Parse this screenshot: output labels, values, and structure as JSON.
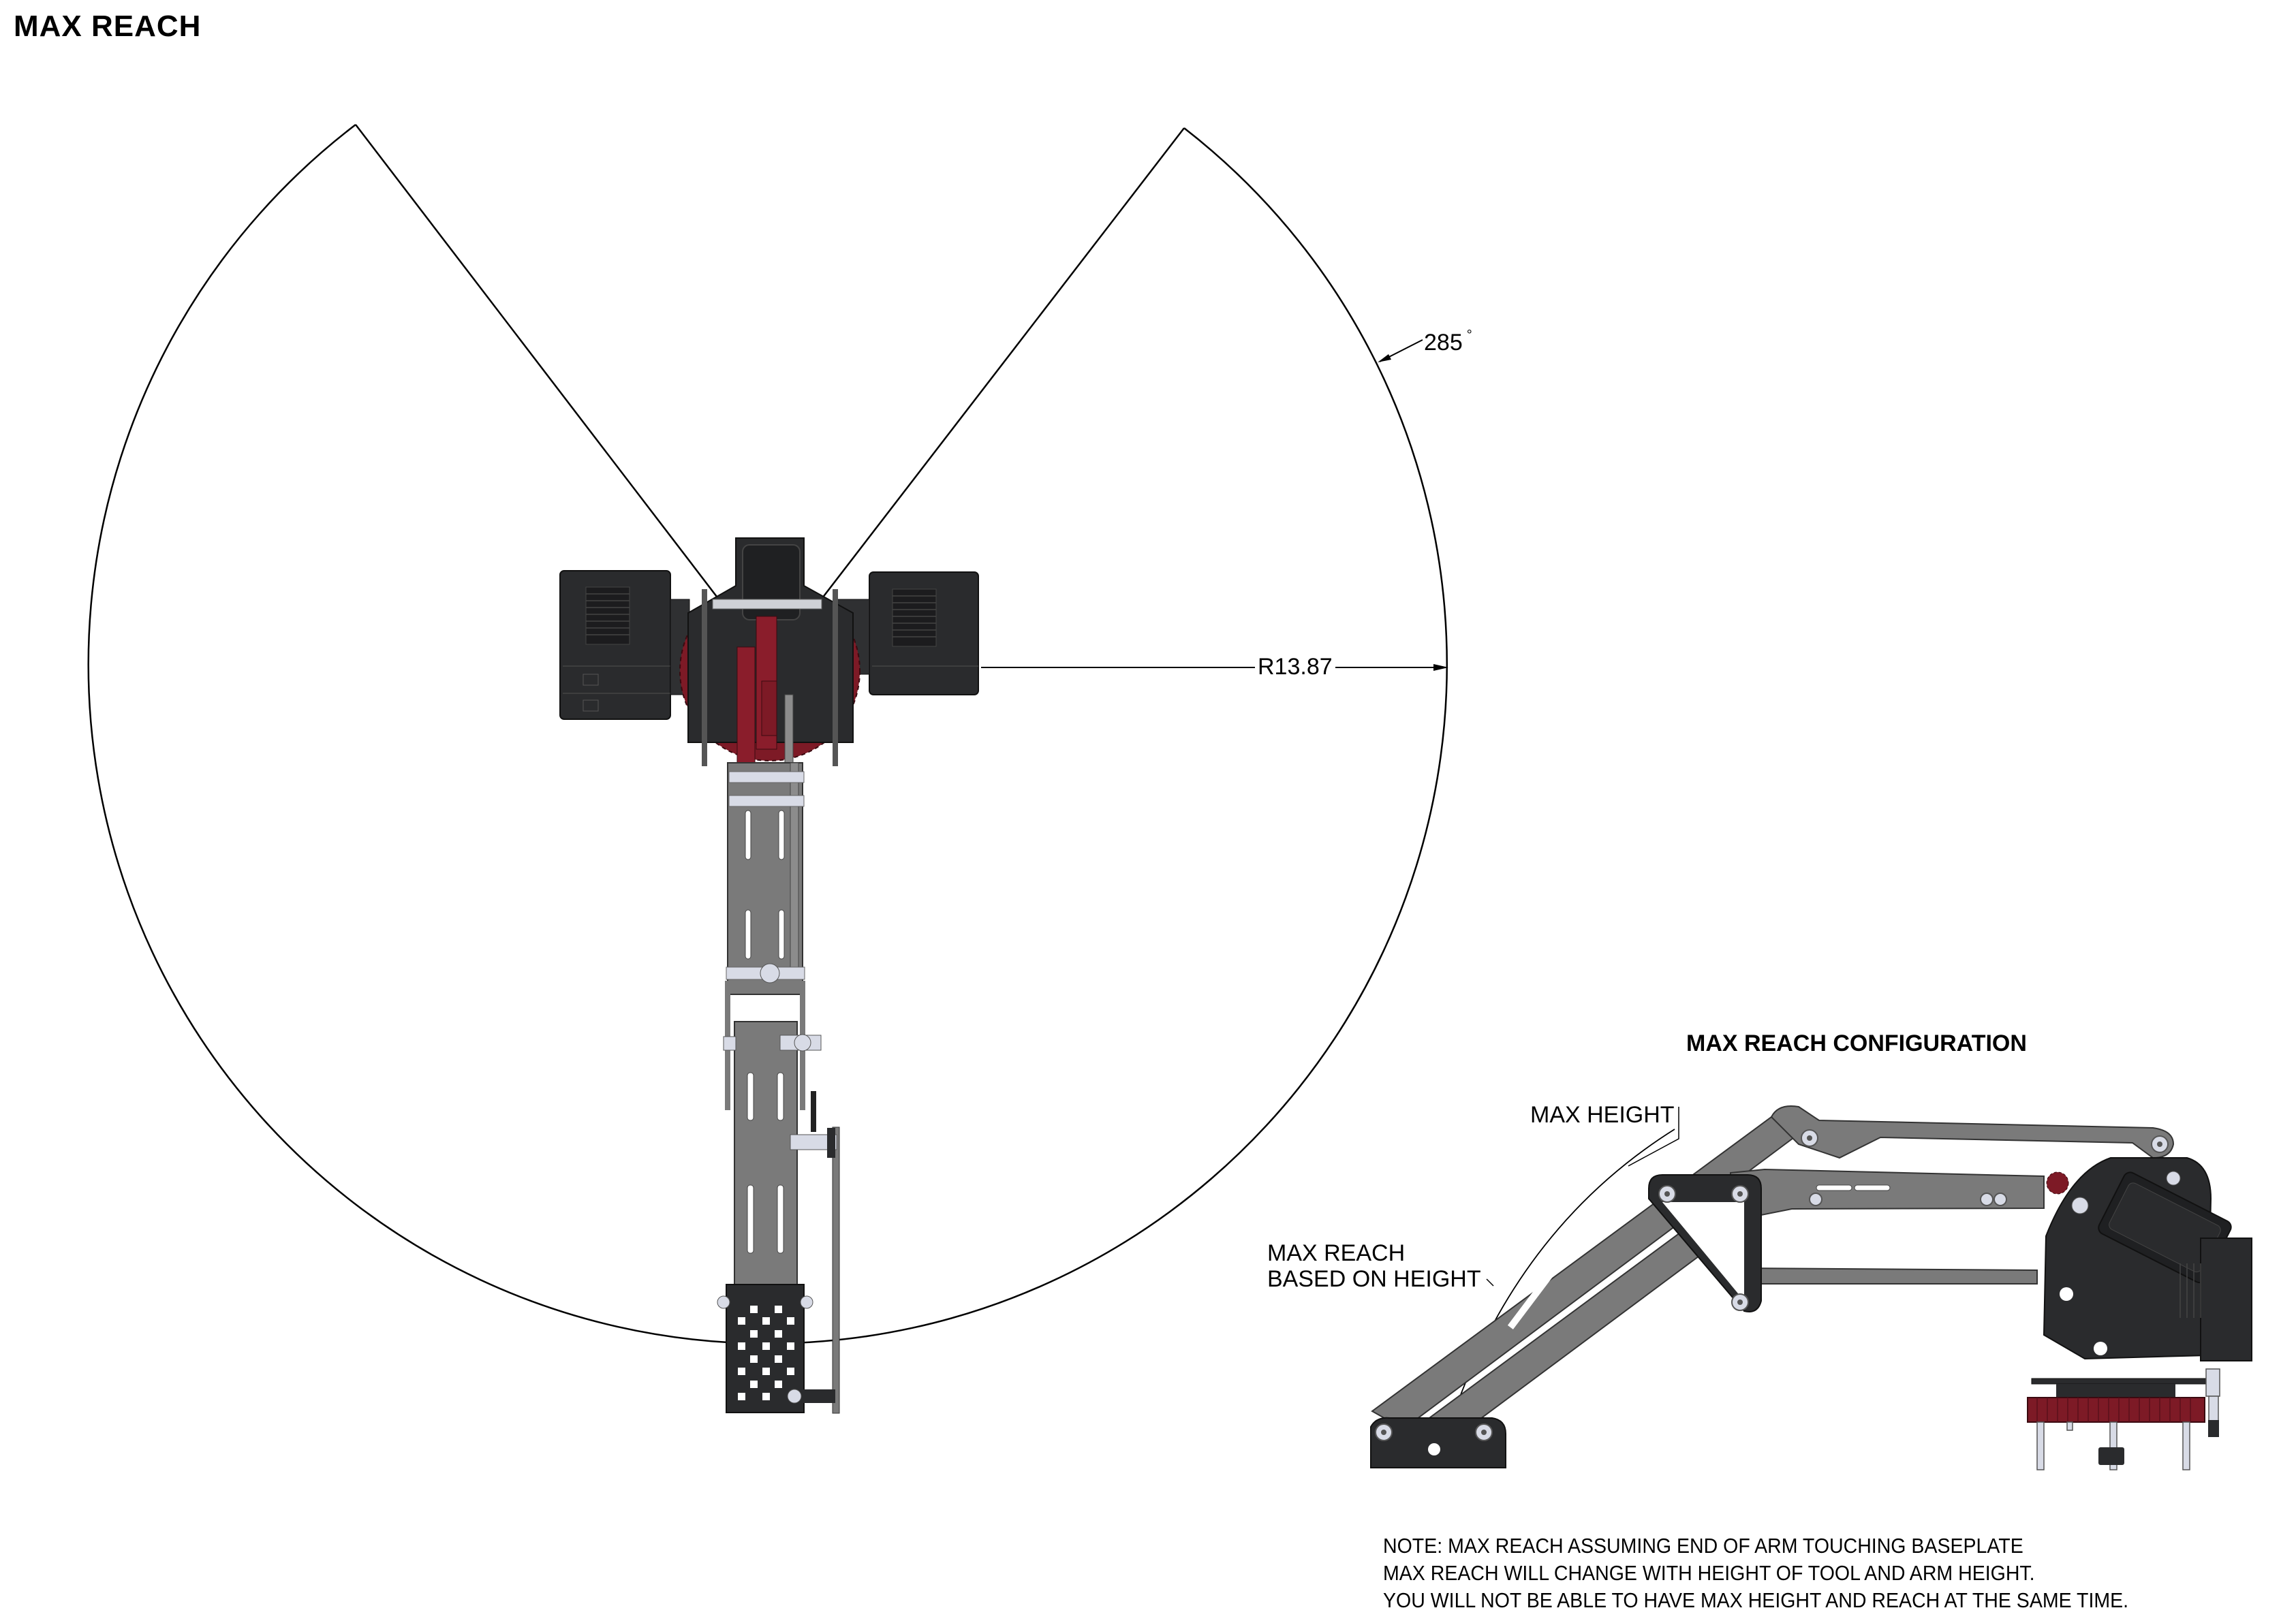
{
  "page": {
    "title": "MAX REACH"
  },
  "top_view": {
    "sweep_angle_label": "285",
    "sweep_angle_unit": "°",
    "radius_label": "R13.87",
    "sweep_angle_deg": 285,
    "radius_value": 13.87
  },
  "side_view": {
    "title": "MAX REACH CONFIGURATION",
    "callout_max_height": "MAX HEIGHT",
    "callout_max_reach_line1": "MAX REACH",
    "callout_max_reach_line2": "BASED ON HEIGHT"
  },
  "note": {
    "lines": [
      "NOTE: MAX REACH ASSUMING END OF ARM TOUCHING BASEPLATE",
      "MAX REACH WILL CHANGE WITH HEIGHT OF TOOL AND ARM HEIGHT.",
      "YOU WILL NOT BE ABLE TO HAVE MAX HEIGHT AND REACH AT THE SAME TIME."
    ]
  },
  "colors": {
    "line": "#000000",
    "arm_plate": "#7a7a7a",
    "arm_plate_light": "#8c8c8c",
    "body_black": "#2a2b2d",
    "gear_red": "#7d1a26",
    "hardware": "#d8dbe6",
    "background": "#ffffff"
  }
}
